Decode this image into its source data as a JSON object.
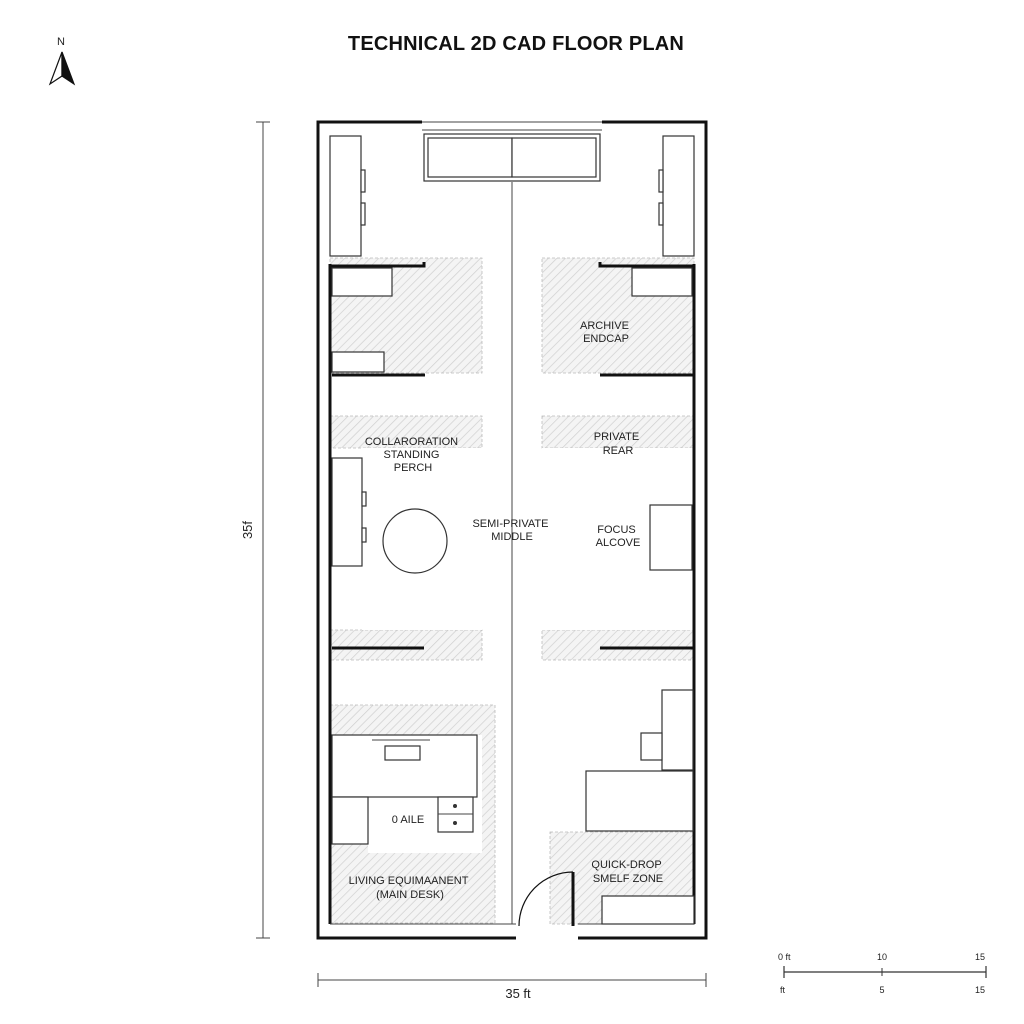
{
  "title": "TECHNICAL 2D CAD FLOOR PLAN",
  "north_arrow": {
    "label": "N",
    "icon": "north-arrow-icon"
  },
  "zones": {
    "archive": [
      "ARCHIVE",
      "ENDCAP"
    ],
    "collaboration": [
      "COLLARORATION",
      "STANDING",
      "PERCH"
    ],
    "semi_private": [
      "SEMI-PRIVATE",
      "MIDDLE"
    ],
    "private_rear": [
      "PRIVATE",
      "REAR"
    ],
    "focus_alcove": [
      "FOCUS",
      "ALCOVE"
    ],
    "aisle": "0 AILE",
    "living": [
      "LIVING EQUIMAANENT",
      "(MAIN DESK)"
    ],
    "quick_drop": [
      "QUICK-DROP",
      "SMELF ZONE"
    ]
  },
  "dimensions": {
    "height_label": "35f",
    "width_label": "35 ft"
  },
  "scale_bar": {
    "top_labels": [
      "0 ft",
      "10",
      "15"
    ],
    "bottom_labels": [
      "ft",
      "5",
      "15"
    ]
  },
  "colors": {
    "wall": "#111111",
    "hatch": "#cfcfcf",
    "background": "#ffffff"
  }
}
